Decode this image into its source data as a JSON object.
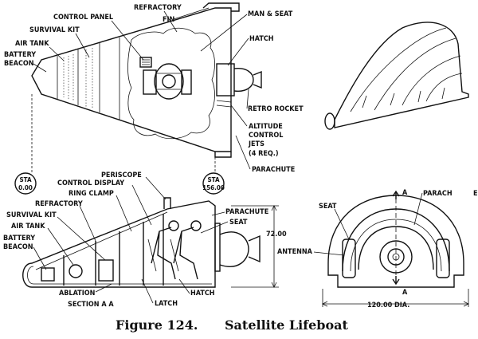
{
  "caption": {
    "figure": "Figure 124.",
    "title": "Satellite Lifeboat"
  },
  "top_view": {
    "labels": {
      "refractory": "REFRACTORY",
      "control_panel": "CONTROL PANEL",
      "fin": "FIN",
      "survival_kit": "SURVIVAL KIT",
      "air_tank": "AIR TANK",
      "battery": "BATTERY",
      "beacon": "BEACON",
      "man_seat": "MAN & SEAT",
      "hatch": "HATCH",
      "retro_rocket": "RETRO ROCKET",
      "altitude": "ALTITUDE",
      "control": "CONTROL",
      "jets": "JETS",
      "req": "(4 REQ.)",
      "parachute": "PARACHUTE"
    },
    "stations": [
      {
        "sta": "STA",
        "value": "0.00"
      },
      {
        "sta": "STA",
        "value": "156.00"
      }
    ]
  },
  "section_view": {
    "labels": {
      "periscope": "PERISCOPE",
      "control_display": "CONTROL DISPLAY",
      "ring_clamp": "RING CLAMP",
      "refractory": "REFRACTORY",
      "survival_kit": "SURVIVAL KIT",
      "air_tank": "AIR TANK",
      "battery": "BATTERY",
      "beacon": "BEACON",
      "parachute": "PARACHUTE",
      "seat": "SEAT",
      "ablation": "ABLATION",
      "section": "SECTION  A A",
      "hatch": "HATCH",
      "latch": "LATCH",
      "height_dim": "72.00"
    }
  },
  "end_view": {
    "labels": {
      "seat": "SEAT",
      "a_top": "A",
      "parachute": "PARACH",
      "parachute_end": "E",
      "antenna": "ANTENNA",
      "a_bottom": "A",
      "dia_dim": "120.00 DIA."
    }
  }
}
